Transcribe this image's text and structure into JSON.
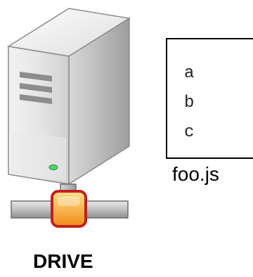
{
  "server": {
    "icon": "server-tower-icon",
    "label": "DRIVE"
  },
  "file": {
    "name": "foo.js",
    "lines": [
      "a",
      "b",
      "c"
    ]
  },
  "colors": {
    "connector_fill": "#f5a623",
    "connector_border": "#c0201f",
    "led": "#4cd964"
  }
}
